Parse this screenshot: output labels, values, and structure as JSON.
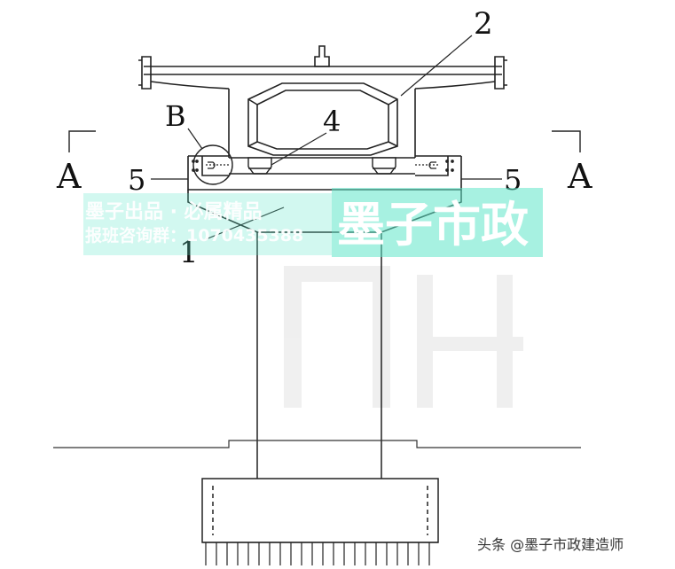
{
  "labels": {
    "member_1": "1",
    "member_2": "2",
    "member_4": "4",
    "member_5_left": "5",
    "member_5_right": "5",
    "detail_b": "B",
    "section_a_left": "A",
    "section_a_right": "A"
  },
  "watermark": {
    "line1": "墨子出品 · 必属精品",
    "line2": "报班咨询群：1070435388",
    "brand": "墨子市政",
    "accent_color": "#5ee6c8"
  },
  "footer": {
    "credit": "头条 @墨子市政建造师"
  }
}
